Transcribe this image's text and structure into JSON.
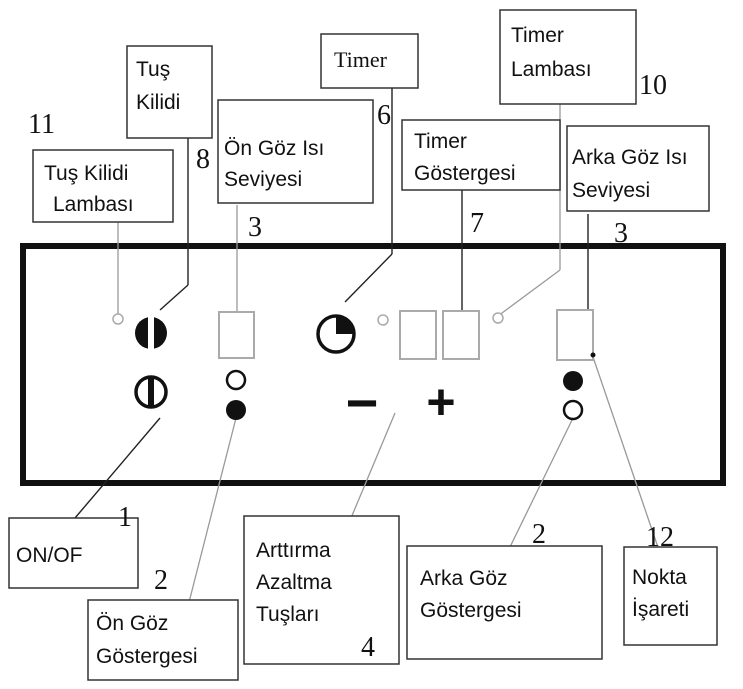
{
  "labels": {
    "tus_kilidi_lambasi": [
      "Tuş Kilidi",
      "Lambası"
    ],
    "tus_kilidi": [
      "Tuş",
      "Kilidi"
    ],
    "on_goz_isi_seviyesi": [
      "Ön Göz Isı",
      "Seviyesi"
    ],
    "timer": "Timer",
    "timer_gostergesi": [
      "Timer",
      "Göstergesi"
    ],
    "timer_lambasi": [
      "Timer",
      "Lambası"
    ],
    "arka_goz_isi_seviyesi": [
      "Arka Göz Isı",
      "Seviyesi"
    ],
    "on_of": "ON/OF",
    "on_goz_gostergesi": [
      "Ön Göz",
      "Göstergesi"
    ],
    "arttirma_azaltma": [
      "Arttırma",
      "Azaltma",
      "Tuşları"
    ],
    "arka_goz_gostergesi": [
      "Arka Göz",
      "Göstergesi"
    ],
    "nokta_isareti": [
      "Nokta",
      "İşareti"
    ]
  },
  "numbers": {
    "n11": "11",
    "n8": "8",
    "n6": "6",
    "n10": "10",
    "n3_left": "3",
    "n7": "7",
    "n3_right": "3",
    "n1": "1",
    "n2_left": "2",
    "n4": "4",
    "n2_right": "2",
    "n12": "12"
  },
  "panel": {
    "minus": "−",
    "plus": "+"
  }
}
